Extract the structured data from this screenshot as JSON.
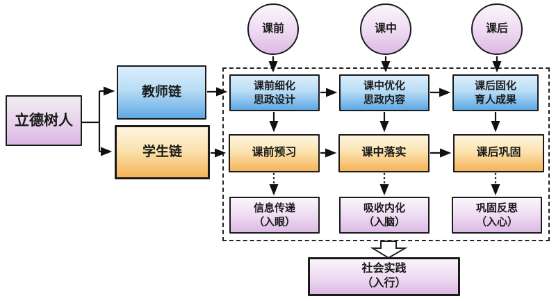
{
  "diagram": {
    "root": {
      "label": "立德树人"
    },
    "chains": {
      "teacher": {
        "label": "教师链"
      },
      "student": {
        "label": "学生链"
      }
    },
    "phases": {
      "before": {
        "label": "课前"
      },
      "during": {
        "label": "课中"
      },
      "after": {
        "label": "课后"
      }
    },
    "teacher_row": {
      "before": {
        "line1": "课前细化",
        "line2": "思政设计"
      },
      "during": {
        "line1": "课中优化",
        "line2": "思政内容"
      },
      "after": {
        "line1": "课后固化",
        "line2": "育人成果"
      }
    },
    "student_row": {
      "before": {
        "label": "课前预习"
      },
      "during": {
        "label": "课中落实"
      },
      "after": {
        "label": "课后巩固"
      }
    },
    "effect_row": {
      "before": {
        "line1": "信息传递",
        "line2": "（入眼）"
      },
      "during": {
        "line1": "吸收内化",
        "line2": "（入脑）"
      },
      "after": {
        "line1": "巩固反思",
        "line2": "（入心）"
      }
    },
    "practice": {
      "line1": "社会实践",
      "line2": "（入行）"
    }
  },
  "colors": {
    "blue_top": "#dbeefc",
    "blue_bottom": "#5ea8e4",
    "orange_top": "#fdf5e0",
    "orange_bottom": "#f5b457",
    "pink_top": "#faf5fb",
    "pink_bottom": "#dcbae4",
    "purple_top": "#f1edf2",
    "purple_bottom": "#dcb6e5",
    "border": "#1a1a1a",
    "arrow": "#111111"
  }
}
